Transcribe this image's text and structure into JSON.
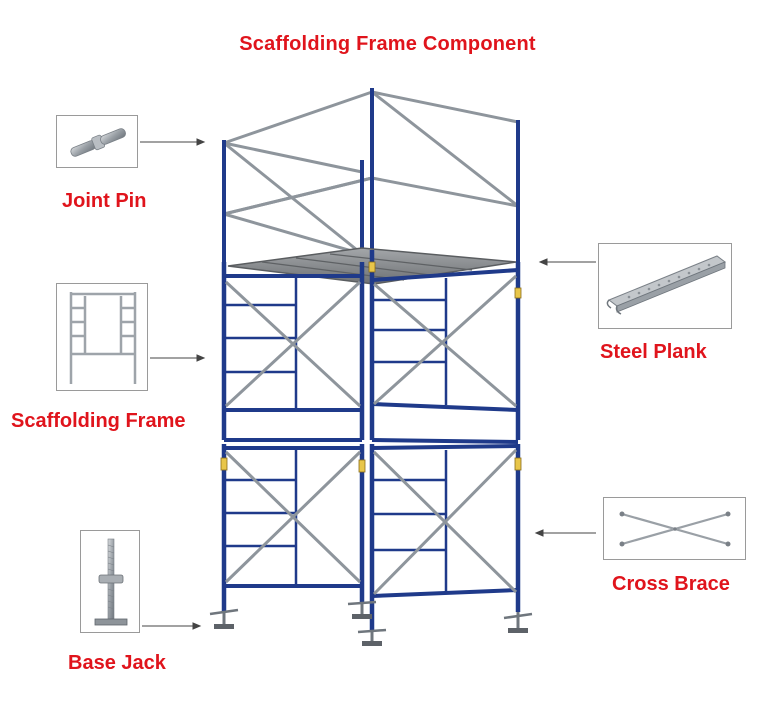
{
  "title": "Scaffolding Frame Component",
  "components": {
    "joint_pin": {
      "label": "Joint Pin",
      "icon": "joint-pin-icon"
    },
    "scaffolding_frame": {
      "label": "Scaffolding Frame",
      "icon": "scaffolding-frame-icon"
    },
    "base_jack": {
      "label": "Base Jack",
      "icon": "base-jack-icon"
    },
    "steel_plank": {
      "label": "Steel Plank",
      "icon": "steel-plank-icon"
    },
    "cross_brace": {
      "label": "Cross Brace",
      "icon": "cross-brace-icon"
    }
  },
  "colors": {
    "label_red": "#e0141c",
    "frame_blue": "#1f3a8a",
    "brace_steel": "#8e959c",
    "plank_gray": "#8a8d90"
  }
}
